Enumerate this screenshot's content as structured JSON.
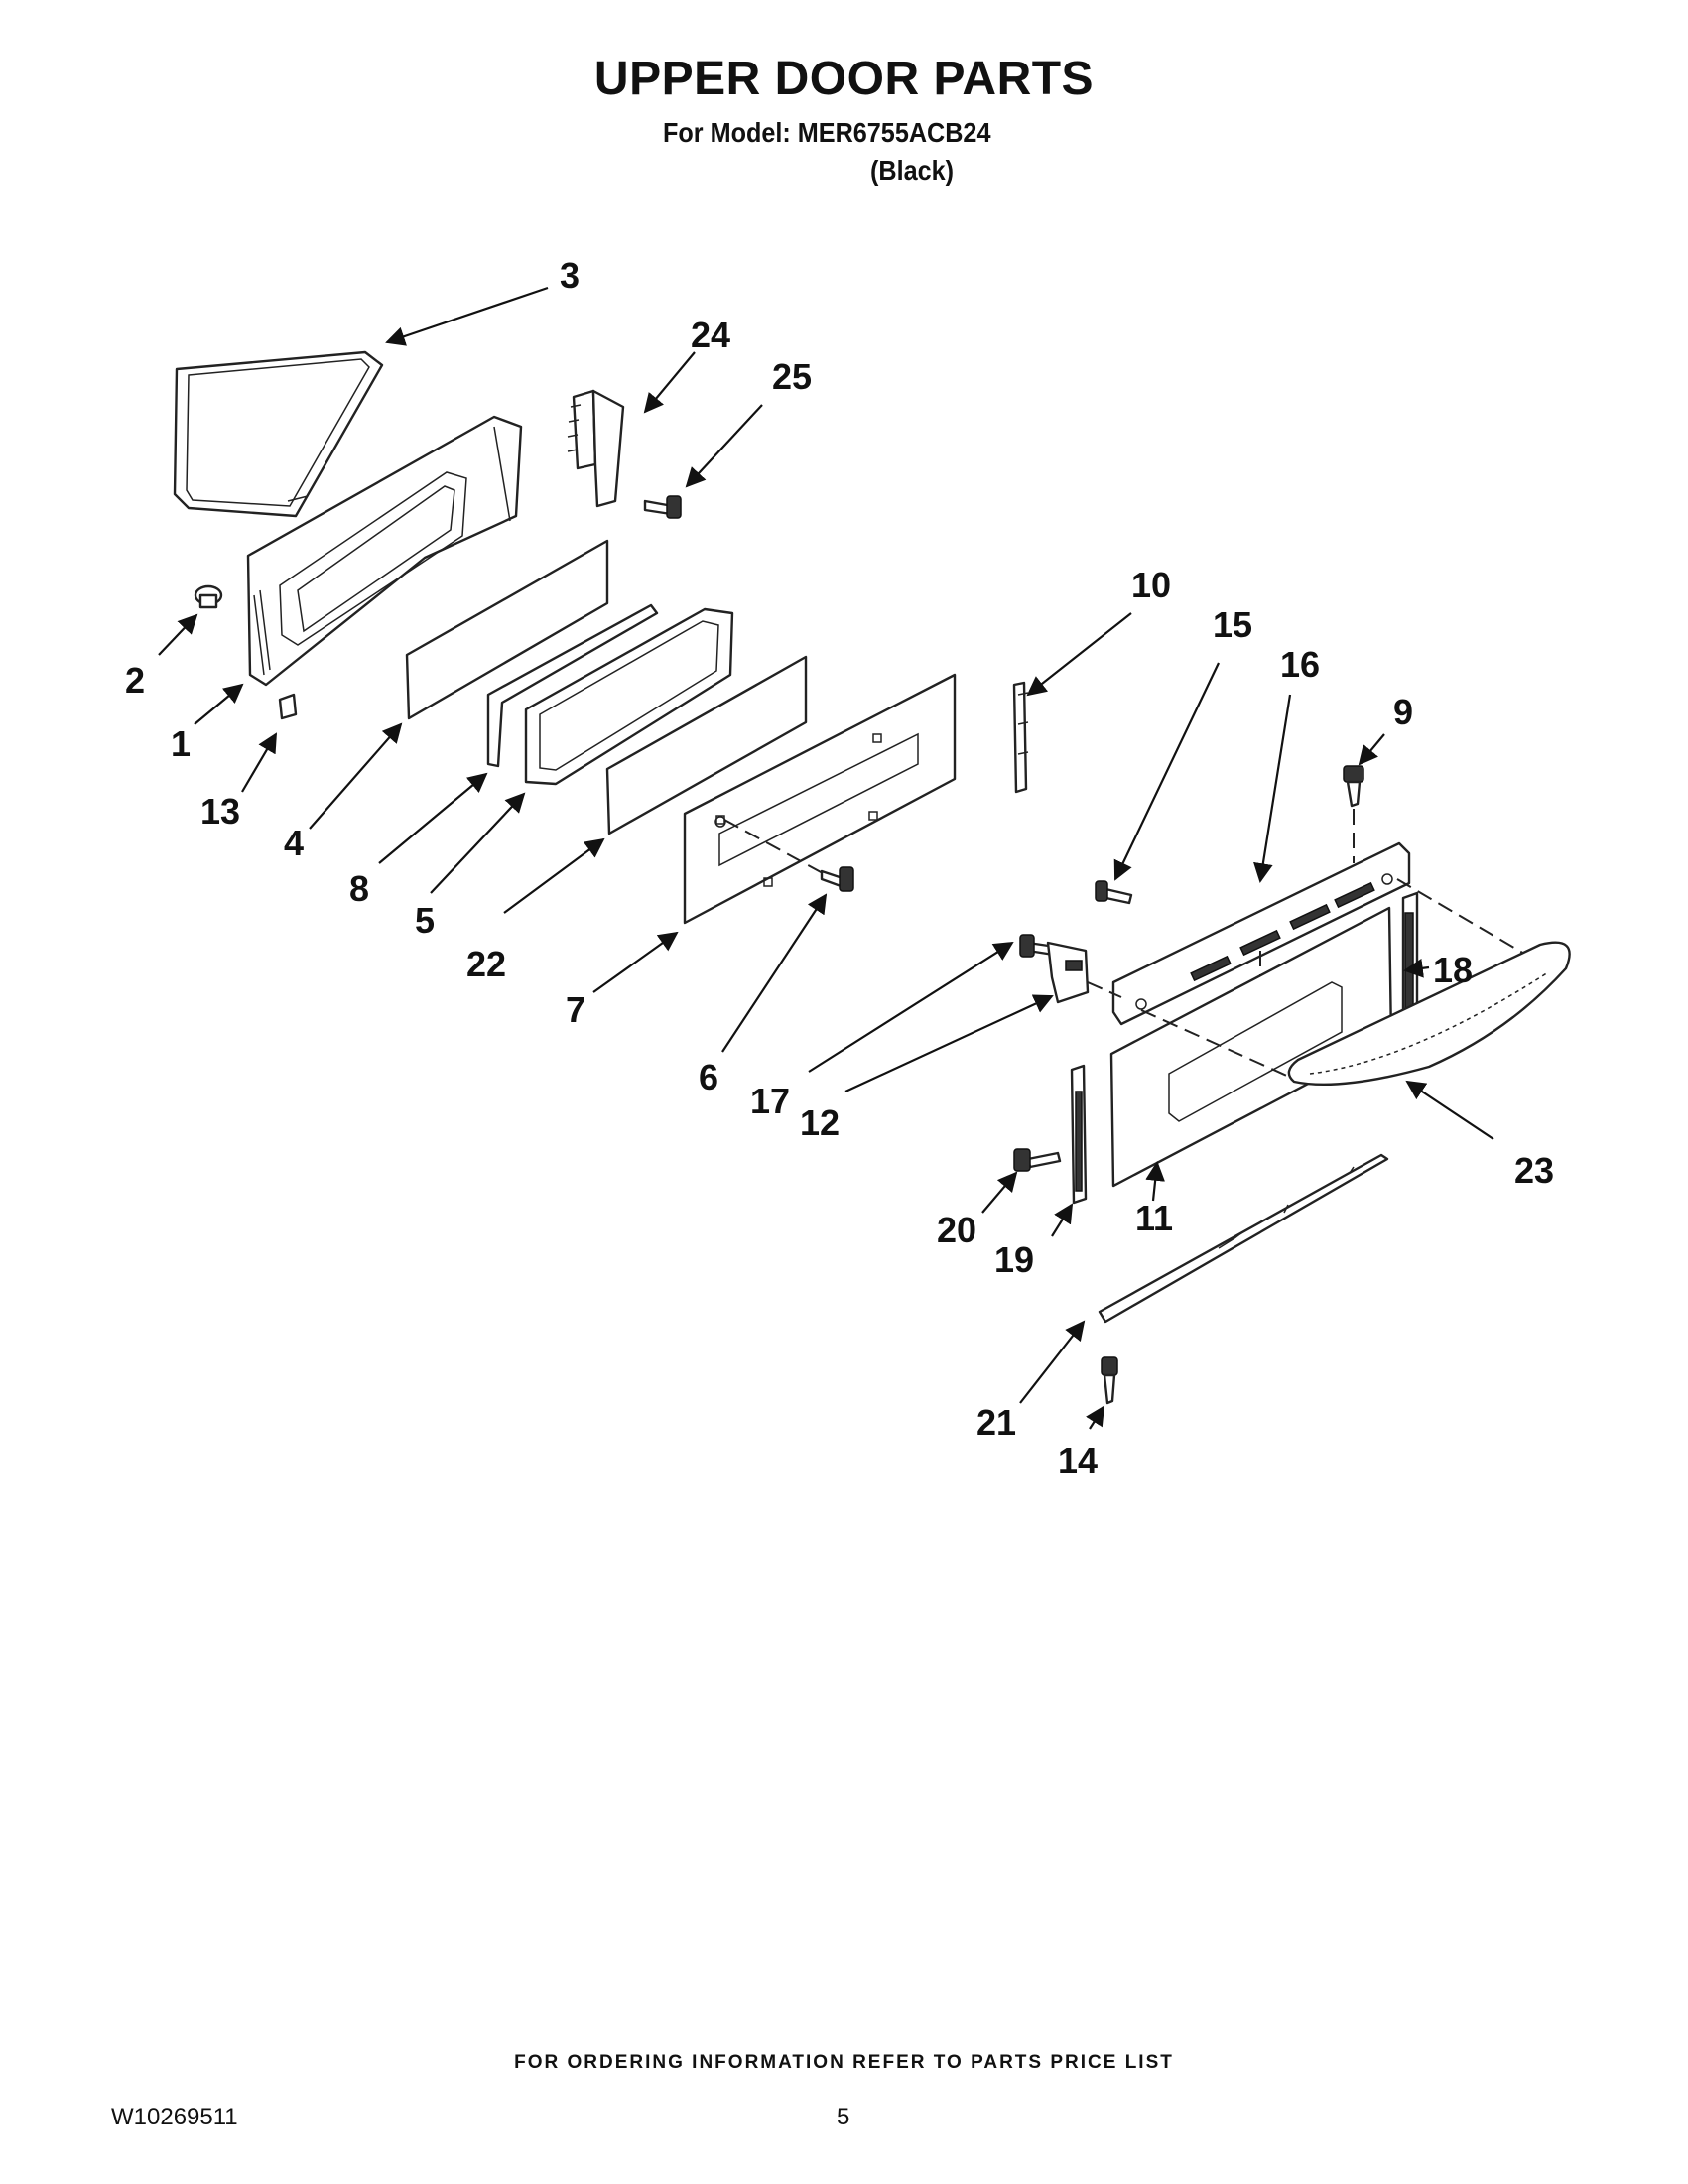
{
  "header": {
    "title": "UPPER DOOR PARTS",
    "model_line": "For Model: MER6755ACB24",
    "variant": "(Black)"
  },
  "footer": {
    "ordering_note": "FOR ORDERING INFORMATION REFER TO PARTS PRICE LIST",
    "document_number": "W10269511",
    "page_number": "5"
  },
  "callouts": [
    "1",
    "2",
    "3",
    "4",
    "5",
    "6",
    "7",
    "8",
    "9",
    "10",
    "11",
    "12",
    "13",
    "14",
    "15",
    "16",
    "17",
    "18",
    "19",
    "20",
    "21",
    "22",
    "23",
    "24",
    "25"
  ]
}
